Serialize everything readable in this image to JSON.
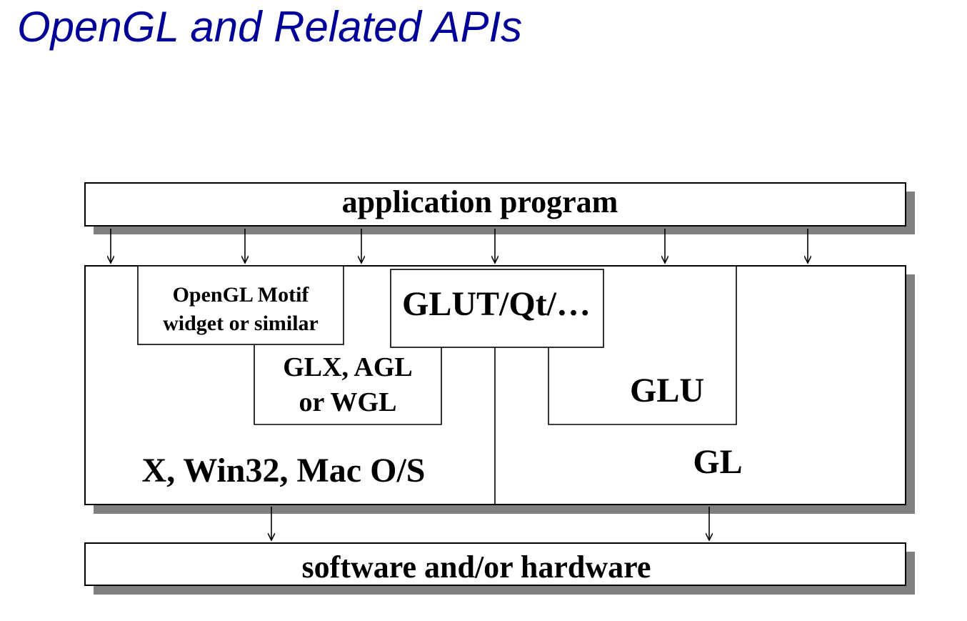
{
  "title": "OpenGL and Related APIs",
  "colors": {
    "title": "#000099",
    "shadow": "#808080",
    "line": "#000000",
    "box_fill": "#ffffff"
  },
  "diagram": {
    "application": "application program",
    "motif_line1": "OpenGL Motif",
    "motif_line2": "widget or similar",
    "glut": "GLUT/Qt/…",
    "glx_line1": "GLX, AGL",
    "glx_line2": "or WGL",
    "glu": "GLU",
    "windowing": "X, Win32, Mac O/S",
    "gl": "GL",
    "hardware": "software and/or hardware"
  }
}
